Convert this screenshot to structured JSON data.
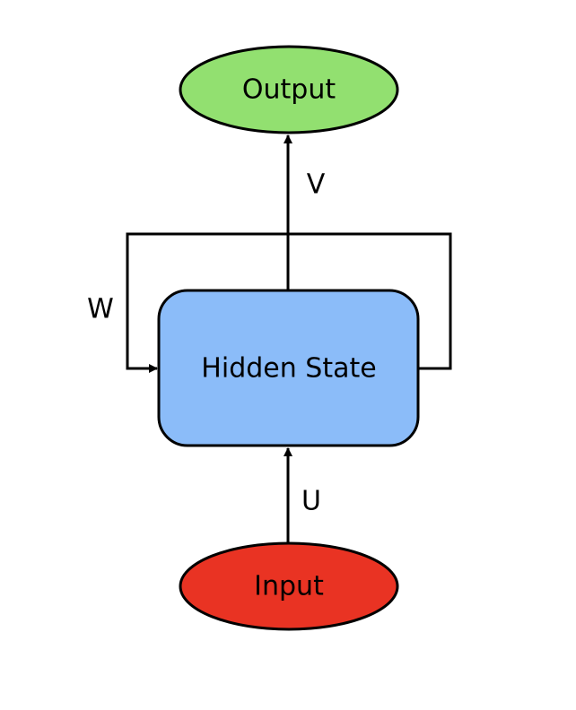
{
  "nodes": {
    "output": {
      "label": "Output",
      "fill": "#92e070"
    },
    "hidden": {
      "label": "Hidden State",
      "fill": "#8bbcf9"
    },
    "input": {
      "label": "Input",
      "fill": "#e93323"
    }
  },
  "edges": {
    "v": {
      "label": "V"
    },
    "w": {
      "label": "W"
    },
    "u": {
      "label": "U"
    }
  },
  "colors": {
    "stroke": "#000000",
    "background": "#ffffff"
  }
}
